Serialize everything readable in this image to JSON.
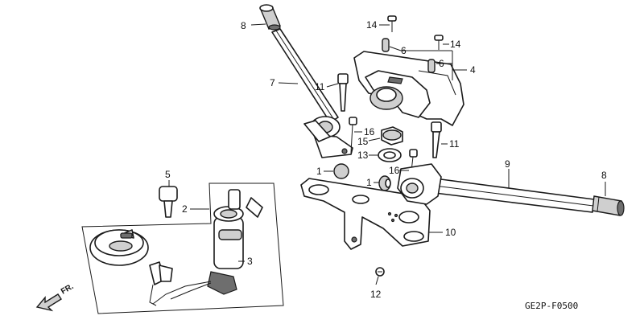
{
  "diagram": {
    "code": "GE2P-F0500",
    "direction_label": "FR.",
    "callouts": {
      "c1a": "1",
      "c1b": "1",
      "c2": "2",
      "c3": "3",
      "c4": "4",
      "c5": "5",
      "c6a": "6",
      "c6b": "6",
      "c7": "7",
      "c8a": "8",
      "c8b": "8",
      "c9": "9",
      "c10": "10",
      "c11a": "11",
      "c11b": "11",
      "c12": "12",
      "c13": "13",
      "c14a": "14",
      "c14b": "14",
      "c15": "15",
      "c16a": "16",
      "c16b": "16"
    }
  }
}
